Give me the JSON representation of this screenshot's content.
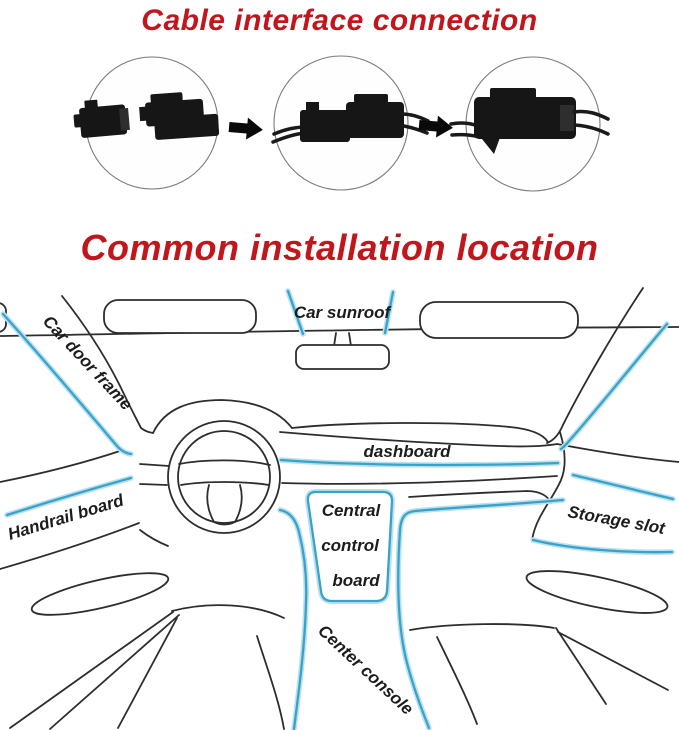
{
  "colors": {
    "title_red": "#c2161d",
    "highlight_blue": "#3aa2c9",
    "sketch_black": "#2d2d2d"
  },
  "cable_section": {
    "title": "Cable interface connection",
    "steps": [
      {
        "icon": "connector-pair-separated-icon"
      },
      {
        "icon": "connector-pair-engaged-icon"
      },
      {
        "icon": "connector-pair-locked-icon"
      }
    ],
    "arrow_icon": "arrow-right-icon"
  },
  "install_section": {
    "title": "Common installation location",
    "labels": {
      "car_sunroof": "Car sunroof",
      "car_door_frame": "Car door frame",
      "dashboard": "dashboard",
      "handrail_board": "Handrail board",
      "central_control_1": "Central",
      "central_control_2": "control",
      "central_control_3": "board",
      "storage_slot": "Storage slot",
      "center_console": "Center console"
    }
  }
}
